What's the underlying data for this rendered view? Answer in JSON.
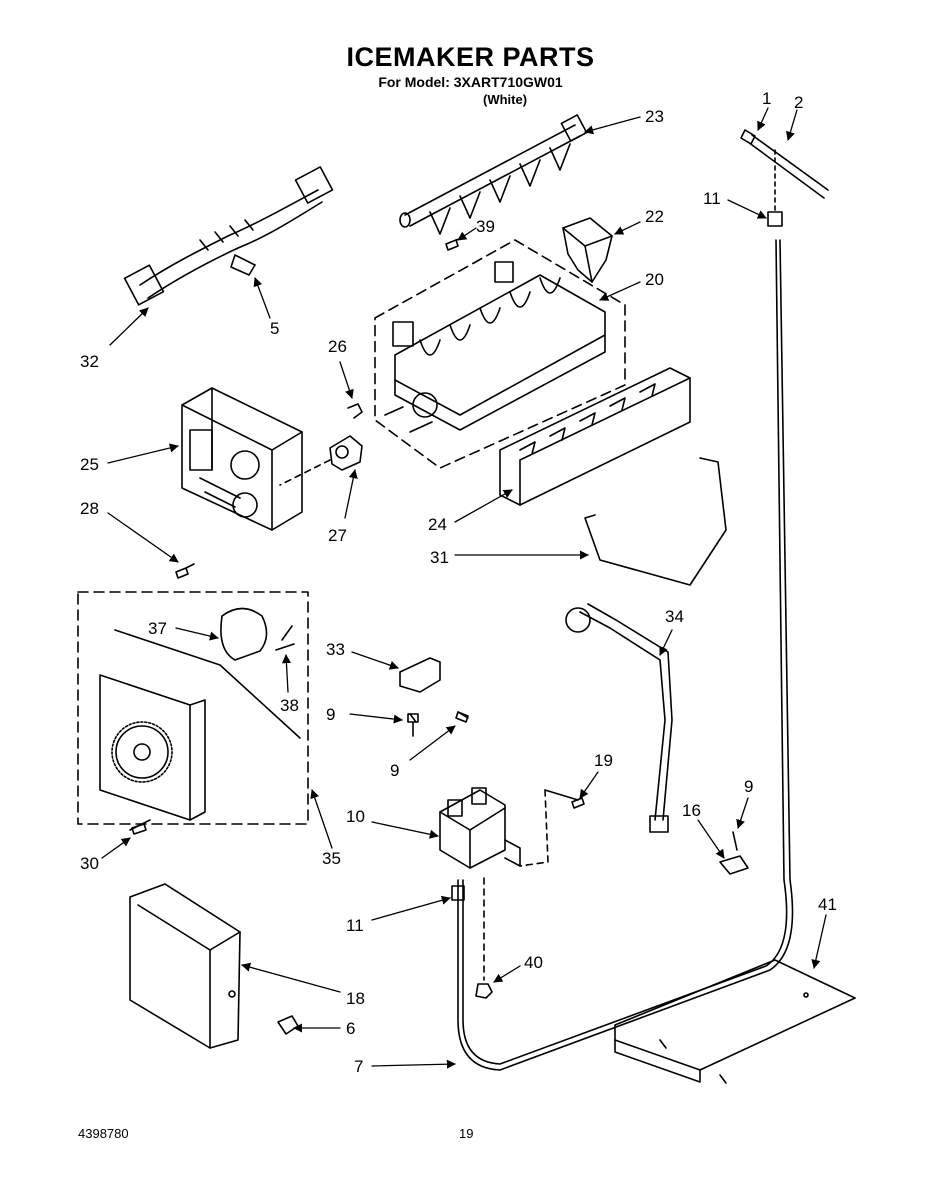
{
  "header": {
    "title": "ICEMAKER PARTS",
    "model": "For Model: 3XART710GW01",
    "variant": "(White)"
  },
  "footer": {
    "doc_number": "4398780",
    "page_number": "19"
  },
  "callouts": [
    "1",
    "2",
    "23",
    "11",
    "39",
    "22",
    "20",
    "32",
    "5",
    "26",
    "25",
    "28",
    "24",
    "27",
    "31",
    "37",
    "33",
    "38",
    "9",
    "34",
    "19",
    "10",
    "16",
    "35",
    "30",
    "11",
    "40",
    "41",
    "18",
    "6",
    "7",
    "9",
    "9"
  ]
}
